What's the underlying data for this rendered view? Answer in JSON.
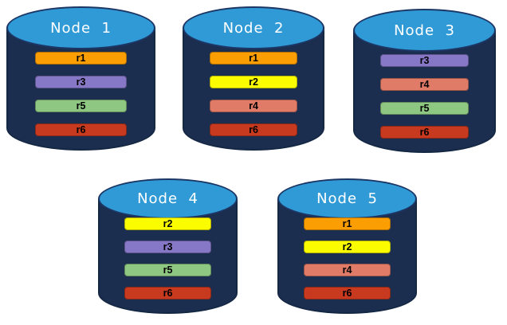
{
  "diagram": {
    "title": "",
    "palette": {
      "cylinder_body": "#1C2E50",
      "cylinder_outline": "#142844",
      "cylinder_top": "#2F9AD6",
      "top_outline": "#1C3766",
      "title_text": "#FFFFFF",
      "bar_text": "#000000",
      "replica_colors": {
        "r1": "#FB9E04",
        "r2": "#FCFC00",
        "r3": "#8678C6",
        "r4": "#E07B67",
        "r5": "#8EC781",
        "r6": "#C83A20"
      }
    },
    "nodes": [
      {
        "label": "Node  1",
        "replicas": [
          "r1",
          "r3",
          "r5",
          "r6"
        ]
      },
      {
        "label": "Node  2",
        "replicas": [
          "r1",
          "r2",
          "r4",
          "r6"
        ]
      },
      {
        "label": "Node  3",
        "replicas": [
          "r3",
          "r4",
          "r5",
          "r6"
        ]
      },
      {
        "label": "Node  4",
        "replicas": [
          "r2",
          "r3",
          "r5",
          "r6"
        ]
      },
      {
        "label": "Node  5",
        "replicas": [
          "r1",
          "r2",
          "r4",
          "r6"
        ]
      }
    ]
  }
}
